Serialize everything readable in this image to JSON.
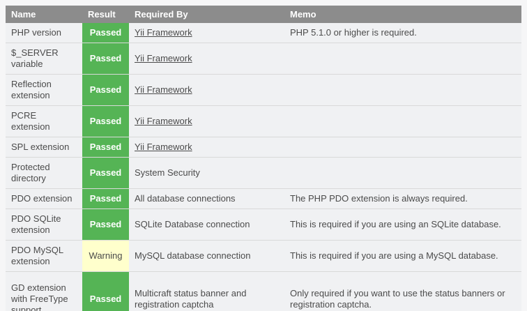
{
  "colors": {
    "page_bg": "#f6f6f7",
    "row_bg": "#f0f1f3",
    "header_bg": "#8c8c8c",
    "header_text": "#ffffff",
    "passed_bg": "#55b455",
    "passed_text": "#ffffff",
    "warning_bg": "#ffffcc",
    "warning_text": "#4b4b4b",
    "border": "#d9d9d9",
    "body_text": "#4b4b4b"
  },
  "table": {
    "headers": [
      "Name",
      "Result",
      "Required By",
      "Memo"
    ],
    "rows": [
      {
        "name": "PHP version",
        "result": "Passed",
        "status": "passed",
        "required_by": "Yii Framework",
        "required_by_link": true,
        "memo": "PHP 5.1.0 or higher is required."
      },
      {
        "name": "$_SERVER variable",
        "result": "Passed",
        "status": "passed",
        "required_by": "Yii Framework",
        "required_by_link": true,
        "memo": ""
      },
      {
        "name": "Reflection extension",
        "result": "Passed",
        "status": "passed",
        "required_by": "Yii Framework",
        "required_by_link": true,
        "memo": ""
      },
      {
        "name": "PCRE extension",
        "result": "Passed",
        "status": "passed",
        "required_by": "Yii Framework",
        "required_by_link": true,
        "memo": ""
      },
      {
        "name": "SPL extension",
        "result": "Passed",
        "status": "passed",
        "required_by": "Yii Framework",
        "required_by_link": true,
        "memo": ""
      },
      {
        "name": "Protected directory",
        "result": "Passed",
        "status": "passed",
        "required_by": "System Security",
        "required_by_link": false,
        "memo": ""
      },
      {
        "name": "PDO extension",
        "result": "Passed",
        "status": "passed",
        "required_by": "All database connections",
        "required_by_link": false,
        "memo": "The PHP PDO extension is always required."
      },
      {
        "name": "PDO SQLite extension",
        "result": "Passed",
        "status": "passed",
        "required_by": "SQLite Database connection",
        "required_by_link": false,
        "memo": "This is required if you are using an SQLite database."
      },
      {
        "name": "PDO MySQL extension",
        "result": "Warning",
        "status": "warning",
        "required_by": "MySQL database connection",
        "required_by_link": false,
        "memo": "This is required if you are using a MySQL database."
      },
      {
        "name": "GD extension with FreeType support",
        "result": "Passed",
        "status": "passed",
        "required_by": "Multicraft status banner and registration captcha",
        "required_by_link": false,
        "memo": "Only required if you want to use the status banners or registration captcha."
      }
    ]
  }
}
